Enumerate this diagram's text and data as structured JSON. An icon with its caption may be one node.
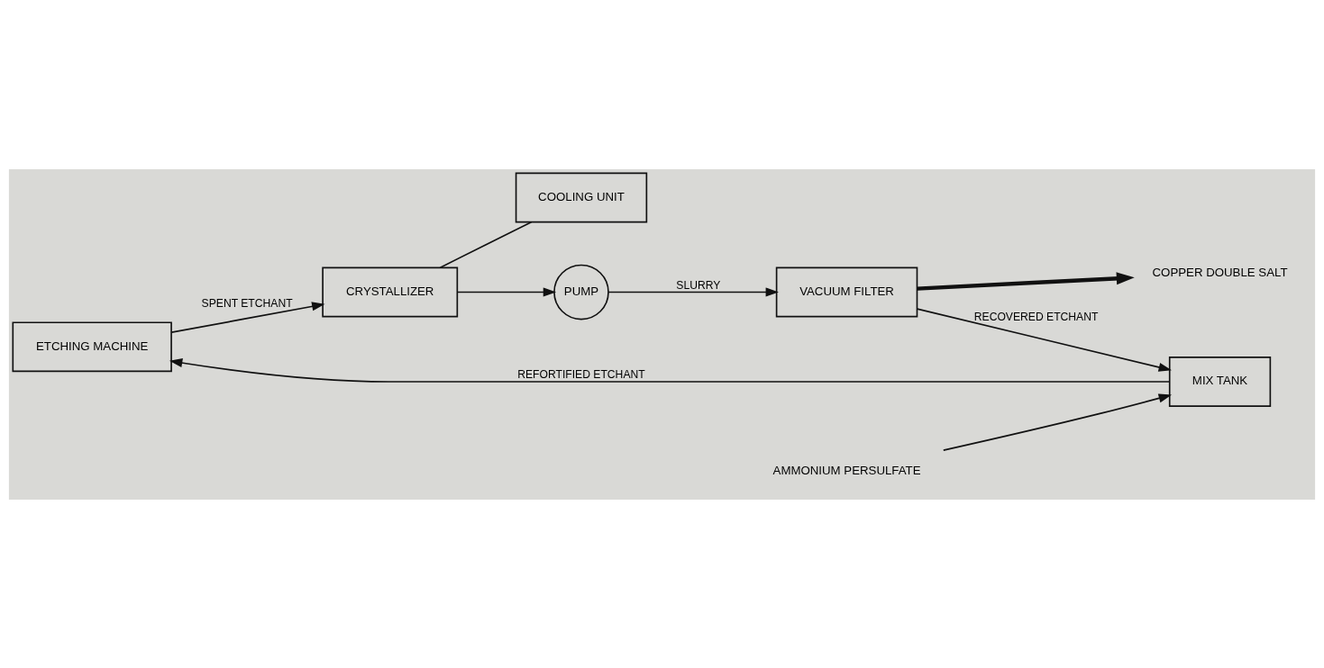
{
  "diagram": {
    "nodes": [
      {
        "text": [
          "ETCHING MACHINE"
        ]
      },
      {
        "text": [
          "CRYSTALLIZER"
        ]
      },
      {
        "text": [
          "COOLING UNIT"
        ]
      },
      {
        "text": [
          "PUMP"
        ]
      },
      {
        "text": [
          "VACUUM FILTER"
        ]
      },
      {
        "text": [
          "MIX TANK"
        ]
      },
      {
        "text": [
          "AMMONIUM PERSULFATE"
        ]
      },
      {
        "text": [
          "COPPER DOUBLE SALT"
        ]
      }
    ],
    "edges": [
      {
        "from": 5,
        "to": 0,
        "arrow": "to",
        "label": "REFORTIFIED ETCHANT"
      },
      {
        "from": 0,
        "to": 1,
        "arrow": "to",
        "label": "SPENT ETCHANT"
      },
      {
        "from": 1,
        "to": 2,
        "arrow": "none"
      },
      {
        "from": 1,
        "to": 3,
        "arrow": "to"
      },
      {
        "from": 3,
        "to": 4,
        "arrow": "to",
        "label": "SLURRY"
      },
      {
        "from": 4,
        "to": 7,
        "arrow": "to",
        "style": "thick"
      },
      {
        "from": 4,
        "to": 5,
        "arrow": "to",
        "label": "RECOVERED ETCHANT"
      },
      {
        "from": 6,
        "to": 5,
        "arrow": "to"
      }
    ]
  }
}
